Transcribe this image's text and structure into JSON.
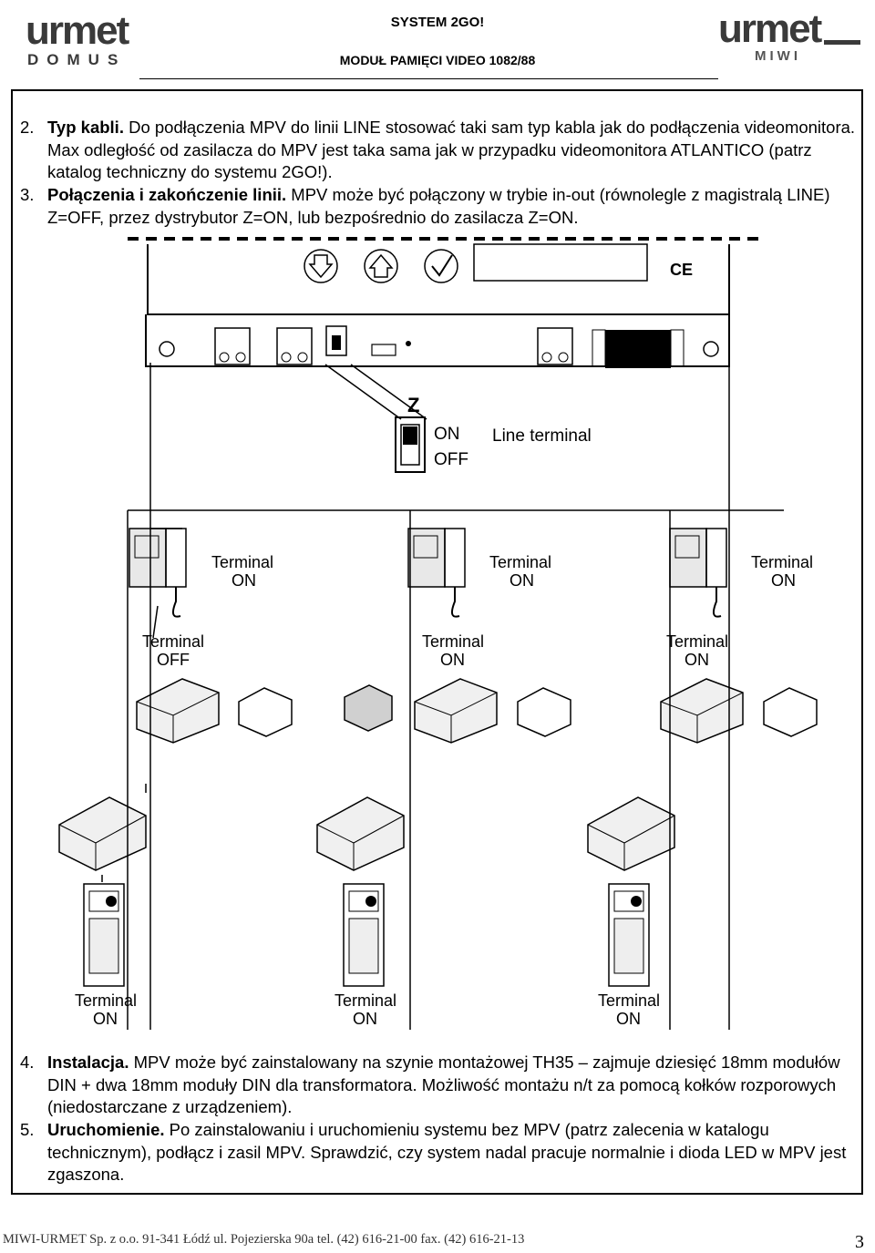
{
  "header": {
    "title": "SYSTEM 2GO!",
    "subtitle": "MODUŁ PAMIĘCI VIDEO 1082/88",
    "logo_left": {
      "brand": "urmet",
      "sub": "DOMUS"
    },
    "logo_right": {
      "brand": "urmet",
      "sub": "MIWI"
    }
  },
  "sections": [
    {
      "num": "2.",
      "heading": "Typ kabli.",
      "text": " Do podłączenia MPV do linii LINE stosować taki sam typ kabla jak do podłączenia videomonitora. Max odległość od zasilacza do MPV jest taka sama jak w przypadku videomonitora ATLANTICO (patrz katalog techniczny do systemu 2GO!)."
    },
    {
      "num": "3.",
      "heading": "Połączenia i zakończenie linii.",
      "text": " MPV może być połączony w trybie in-out (równolegle z magistralą LINE) Z=OFF, przez dystrybutor Z=ON, lub bezpośrednio do zasilacza Z=ON."
    },
    {
      "num": "4.",
      "heading": "Instalacja.",
      "text": " MPV może być zainstalowany na szynie montażowej TH35 – zajmuje dziesięć 18mm modułów DIN + dwa 18mm moduły DIN dla transformatora. Możliwość montażu n/t za pomocą kołków rozporowych (niedostarczane z urządzeniem)."
    },
    {
      "num": "5.",
      "heading": "Uruchomienie.",
      "text": " Po zainstalowaniu i uruchomieniu systemu bez MPV (patrz zalecenia w katalogu technicznym), podłącz i zasil MPV. Sprawdzić, czy system nadal pracuje normalnie i dioda LED w MPV jest zgaszona."
    }
  ],
  "diagram": {
    "switch_label": "Z",
    "switch_on": "ON",
    "switch_off": "OFF",
    "line_terminal": "Line terminal",
    "ce_mark": "CE",
    "labels": {
      "handset_1": [
        "Terminal",
        "ON"
      ],
      "handset_2": [
        "Terminal",
        "ON"
      ],
      "handset_3": [
        "Terminal",
        "ON"
      ],
      "module_1": [
        "Terminal",
        "OFF"
      ],
      "module_2": [
        "Terminal",
        "ON"
      ],
      "module_3": [
        "Terminal",
        "ON"
      ],
      "panel_1": [
        "Terminal",
        "ON"
      ],
      "panel_2": [
        "Terminal",
        "ON"
      ],
      "panel_3": [
        "Terminal",
        "ON"
      ]
    }
  },
  "footer": {
    "text": "MIWI-URMET Sp. z o.o.  91-341 Łódź ul. Pojezierska 90a  tel. (42) 616-21-00  fax. (42) 616-21-13",
    "page": "3"
  }
}
